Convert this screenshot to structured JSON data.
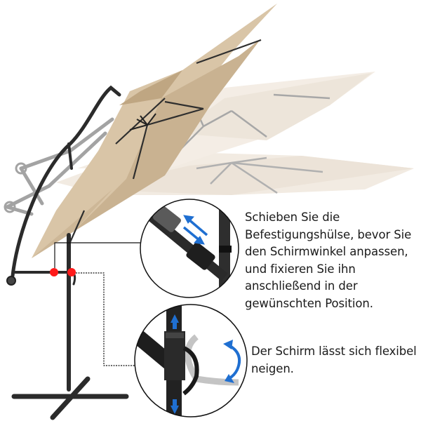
{
  "product": {
    "name": "offset-cantilever-parasol",
    "canopy_color": "#d8c3a4",
    "canopy_ghost_color": "#efe6da",
    "frame_color": "#2b2b2b",
    "marker_color": "#ff1a1a",
    "arrow_color": "#1f6fd1"
  },
  "callouts": [
    {
      "id": "sleeve",
      "detail": "fixing-sleeve-closeup",
      "arrow_icon": "slide-arrows-icon",
      "text": "Schieben Sie die\nBefestigungshülse, bevor Sie\nden Schirmwinkel anpassen,\nund fixieren Sie ihn\nanschließend in der\ngewünschten Position."
    },
    {
      "id": "tilt",
      "detail": "tilt-crank-closeup",
      "arrow_icon": "rotate-arrow-icon",
      "text": "Der Schirm lässt sich flexibel\nneigen."
    }
  ]
}
